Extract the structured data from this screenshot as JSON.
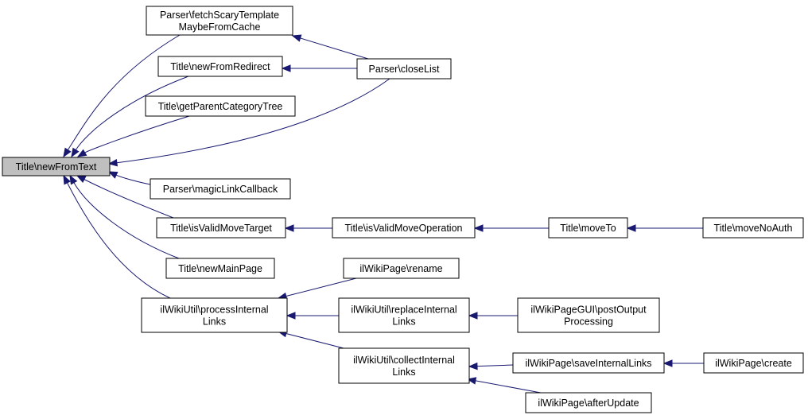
{
  "colors": {
    "edge": "#191970",
    "node_border": "#000000",
    "root_fill": "#bfbfbf",
    "node_fill": "#ffffff"
  },
  "nodes": {
    "root": {
      "lines": [
        "Title\\newFromText"
      ]
    },
    "fetch": {
      "lines": [
        "Parser\\fetchScaryTemplate",
        "MaybeFromCache"
      ]
    },
    "redirect": {
      "lines": [
        "Title\\newFromRedirect"
      ]
    },
    "parent": {
      "lines": [
        "Title\\getParentCategoryTree"
      ]
    },
    "magic": {
      "lines": [
        "Parser\\magicLinkCallback"
      ]
    },
    "validtgt": {
      "lines": [
        "Title\\isValidMoveTarget"
      ]
    },
    "mainpage": {
      "lines": [
        "Title\\newMainPage"
      ]
    },
    "procint": {
      "lines": [
        "ilWikiUtil\\processInternal",
        "Links"
      ]
    },
    "closelist": {
      "lines": [
        "Parser\\closeList"
      ]
    },
    "validop": {
      "lines": [
        "Title\\isValidMoveOperation"
      ]
    },
    "moveto": {
      "lines": [
        "Title\\moveTo"
      ]
    },
    "movenoauth": {
      "lines": [
        "Title\\moveNoAuth"
      ]
    },
    "rename": {
      "lines": [
        "ilWikiPage\\rename"
      ]
    },
    "replint": {
      "lines": [
        "ilWikiUtil\\replaceInternal",
        "Links"
      ]
    },
    "postout": {
      "lines": [
        "ilWikiPageGUI\\postOutput",
        "Processing"
      ]
    },
    "collint": {
      "lines": [
        "ilWikiUtil\\collectInternal",
        "Links"
      ]
    },
    "saveint": {
      "lines": [
        "ilWikiPage\\saveInternalLinks"
      ]
    },
    "create": {
      "lines": [
        "ilWikiPage\\create"
      ]
    },
    "afterupd": {
      "lines": [
        "ilWikiPage\\afterUpdate"
      ]
    }
  },
  "edges": [
    {
      "from": "fetch",
      "to": "root"
    },
    {
      "from": "redirect",
      "to": "root"
    },
    {
      "from": "parent",
      "to": "root"
    },
    {
      "from": "closelist",
      "to": "root"
    },
    {
      "from": "magic",
      "to": "root"
    },
    {
      "from": "validtgt",
      "to": "root"
    },
    {
      "from": "mainpage",
      "to": "root"
    },
    {
      "from": "procint",
      "to": "root"
    },
    {
      "from": "closelist",
      "to": "fetch"
    },
    {
      "from": "closelist",
      "to": "redirect"
    },
    {
      "from": "validop",
      "to": "validtgt"
    },
    {
      "from": "moveto",
      "to": "validop"
    },
    {
      "from": "movenoauth",
      "to": "moveto"
    },
    {
      "from": "rename",
      "to": "procint"
    },
    {
      "from": "replint",
      "to": "procint"
    },
    {
      "from": "collint",
      "to": "procint"
    },
    {
      "from": "postout",
      "to": "replint"
    },
    {
      "from": "saveint",
      "to": "collint"
    },
    {
      "from": "afterupd",
      "to": "collint"
    },
    {
      "from": "create",
      "to": "saveint"
    }
  ]
}
